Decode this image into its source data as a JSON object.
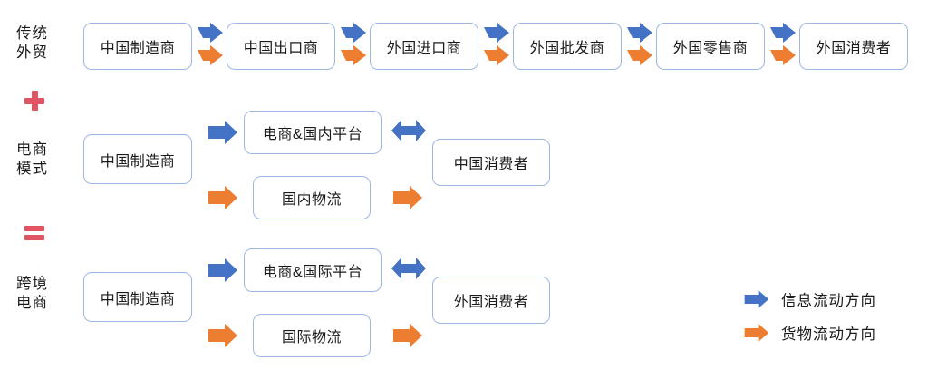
{
  "colors": {
    "info_arrow_blue": "#4472C4",
    "goods_arrow_orange": "#ED7D31",
    "box_border": "#9DB7E3",
    "operator_red": "#E05464",
    "background": "#FFFFFF",
    "text": "#1A1A1A"
  },
  "rows": {
    "traditional": {
      "label": "传统\n外贸",
      "nodes": [
        {
          "label": "中国制造商"
        },
        {
          "label": "中国出口商"
        },
        {
          "label": "外国进口商"
        },
        {
          "label": "外国批发商"
        },
        {
          "label": "外国零售商"
        },
        {
          "label": "外国消费者"
        }
      ]
    },
    "ecommerce": {
      "label": "电商\n模式",
      "nodes": [
        {
          "label": "中国制造商"
        },
        {
          "label": "电商&国内平台"
        },
        {
          "label": "国内物流"
        },
        {
          "label": "中国消费者"
        }
      ]
    },
    "crossborder": {
      "label": "跨境\n电商",
      "nodes": [
        {
          "label": "中国制造商"
        },
        {
          "label": "电商&国际平台"
        },
        {
          "label": "国际物流"
        },
        {
          "label": "外国消费者"
        }
      ]
    }
  },
  "operators": {
    "plus": "+",
    "equals": "="
  },
  "legend": {
    "items": [
      {
        "label": "信息流动方向",
        "icon": "blue-right-arrow-icon"
      },
      {
        "label": "货物流动方向",
        "icon": "orange-right-arrow-icon"
      }
    ]
  }
}
